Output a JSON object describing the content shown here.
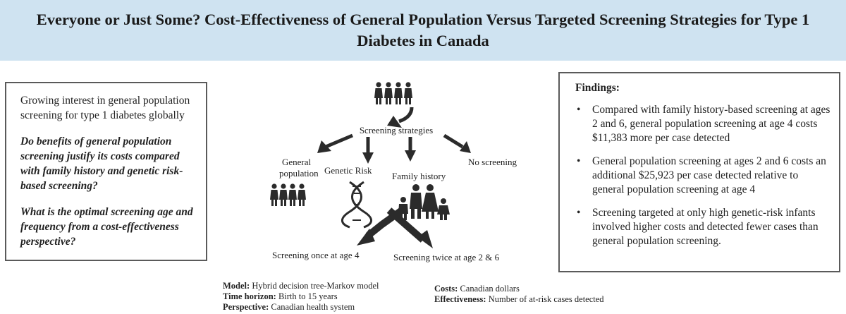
{
  "title": "Everyone or Just Some? Cost-Effectiveness of General Population Versus Targeted Screening Strategies for Type 1 Diabetes in Canada",
  "left_panel": {
    "intro": "Growing interest in general population screening for type 1 diabetes globally",
    "question1": "Do benefits of general population screening justify its costs compared with family history and genetic risk-based screening?",
    "question2": "What is the optimal screening age and frequency from a cost-effectiveness perspective?"
  },
  "diagram": {
    "root_label": "Screening strategies",
    "branches": [
      "General",
      "population",
      "Genetic Risk",
      "Family history",
      "No screening"
    ],
    "outcomes": [
      "Screening once at age 4",
      "Screening twice at age 2 & 6"
    ],
    "icons": [
      "family-group-icon",
      "people-row-icon",
      "dna-icon",
      "family-icon",
      "curved-arrow-icon"
    ]
  },
  "findings": {
    "title": "Findings:",
    "bullet": "•",
    "items": [
      "Compared with family history-based screening at ages 2 and 6, general population screening at age 4 costs $11,383 more per case detected",
      "General population screening at ages 2 and 6 costs an additional $25,923 per case detected relative to general population screening at age 4",
      "Screening targeted at only high genetic-risk infants involved higher costs and detected fewer cases than general population screening."
    ]
  },
  "footer": {
    "model_label": "Model:",
    "model_value": "Hybrid decision tree-Markov model",
    "time_label": "Time horizon:",
    "time_value": "Birth to 15 years",
    "perspective_label": "Perspective:",
    "perspective_value": "Canadian health system",
    "costs_label": "Costs:",
    "costs_value": "Canadian dollars",
    "effect_label": "Effectiveness:",
    "effect_value": "Number of at-risk cases detected"
  },
  "colors": {
    "banner": "#cfe3f1",
    "icon": "#2b2b2b",
    "border": "#5a5a5a"
  }
}
